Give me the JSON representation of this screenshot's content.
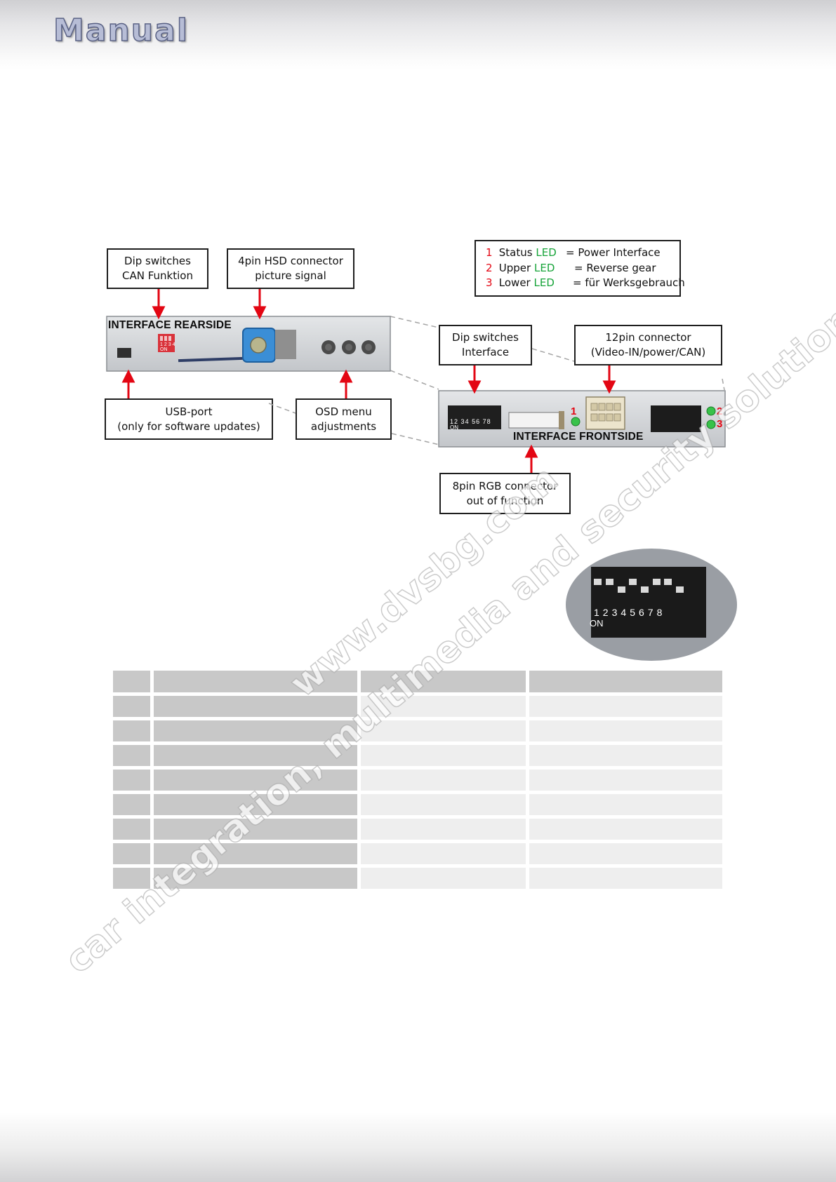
{
  "header": {
    "logo_text": "Manual"
  },
  "callouts": {
    "dip_can": [
      "Dip switches",
      "CAN Funktion"
    ],
    "hsd": [
      "4pin HSD connector",
      "picture signal"
    ],
    "usb": [
      "USB-port",
      "(only for software updates)"
    ],
    "osd": [
      "OSD menu",
      "adjustments"
    ],
    "dip_interface": [
      "Dip switches",
      "Interface"
    ],
    "pin12": [
      "12pin connector",
      "(Video-IN/power/CAN)"
    ],
    "rgb": [
      "8pin RGB connector",
      "out of function"
    ]
  },
  "legend": [
    {
      "num": "1",
      "label": "Status",
      "led": "LED",
      "value": "= Power Interface"
    },
    {
      "num": "2",
      "label": "Upper",
      "led": "LED",
      "value": "= Reverse gear"
    },
    {
      "num": "3",
      "label": "Lower",
      "led": "LED",
      "value": "= für Werksgebrauch"
    }
  ],
  "rear_panel": {
    "title": "INTERFACE REARSIDE",
    "dip_numbers": [
      "1",
      "2",
      "3",
      "4"
    ],
    "dip_on": "ON"
  },
  "front_panel": {
    "title": "INTERFACE FRONTSIDE",
    "dip_numbers": [
      "1",
      "2",
      "3",
      "4",
      "5",
      "6",
      "7",
      "8"
    ],
    "dip_on": "ON",
    "led_numbers": [
      "1",
      "2",
      "3"
    ]
  },
  "dip_closeup": {
    "numbers": [
      "1",
      "2",
      "3",
      "4",
      "5",
      "6",
      "7",
      "8"
    ],
    "on_label": "ON"
  },
  "table": {
    "rows": 9,
    "columns": 4
  },
  "watermark": {
    "line1": "www.dvsbg.com",
    "line2": "car integration, multimedia and security solutions"
  },
  "colors": {
    "accent_red": "#e30613",
    "led_green": "#18a43a",
    "table_dark": "#c8c8c8",
    "table_light": "#eeeeee"
  }
}
